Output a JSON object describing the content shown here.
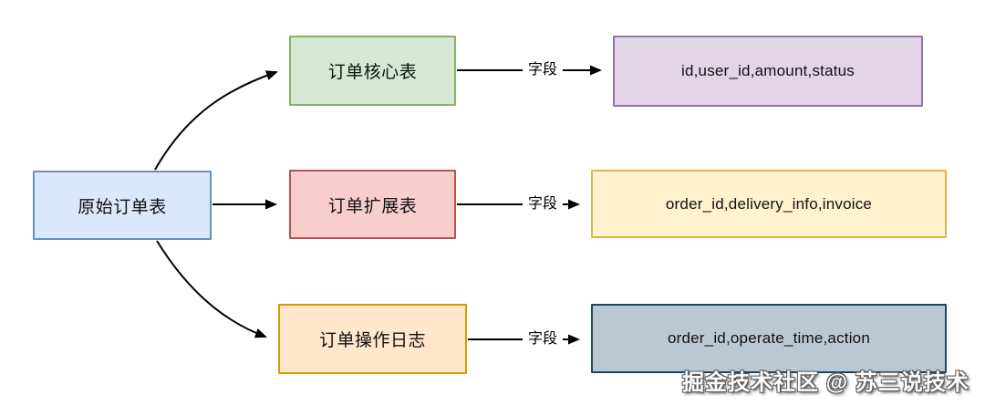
{
  "diagram": {
    "title_hint": "order table split diagram",
    "source": {
      "label": "原始订单表",
      "fill": "#dae8fc",
      "stroke": "#6c8ebf"
    },
    "rows": [
      {
        "table_label": "订单核心表",
        "table_fill": "#d5e8d4",
        "table_stroke": "#82b366",
        "edge_label": "字段",
        "fields": "id,user_id,amount,status",
        "fields_fill": "#e1d5e7",
        "fields_stroke": "#9673a6"
      },
      {
        "table_label": "订单扩展表",
        "table_fill": "#f8cecc",
        "table_stroke": "#b85450",
        "edge_label": "字段",
        "fields": "order_id,delivery_info,invoice",
        "fields_fill": "#fff2cc",
        "fields_stroke": "#d6b656"
      },
      {
        "table_label": "订单操作日志",
        "table_fill": "#ffe6cc",
        "table_stroke": "#d79b00",
        "edge_label": "字段",
        "fields": "order_id,operate_time,action",
        "fields_fill": "#bac8d3",
        "fields_stroke": "#23445d"
      }
    ],
    "edge_color": "#000000"
  },
  "watermark": "掘金技术社区 @ 苏三说技术"
}
